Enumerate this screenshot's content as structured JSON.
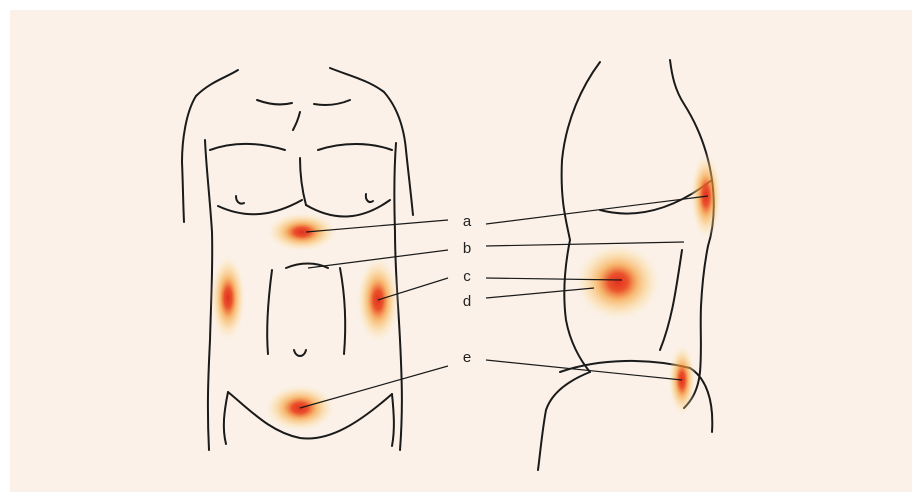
{
  "figure": {
    "background": "#fbf1e8",
    "line_color": "#1a1a1a",
    "marker_colors": {
      "core": "#e0301e",
      "mid": "#f59b32",
      "halo": "#fbd58a"
    }
  },
  "labels": {
    "a": "a",
    "b": "b",
    "c": "c",
    "d": "d",
    "e": "e"
  }
}
